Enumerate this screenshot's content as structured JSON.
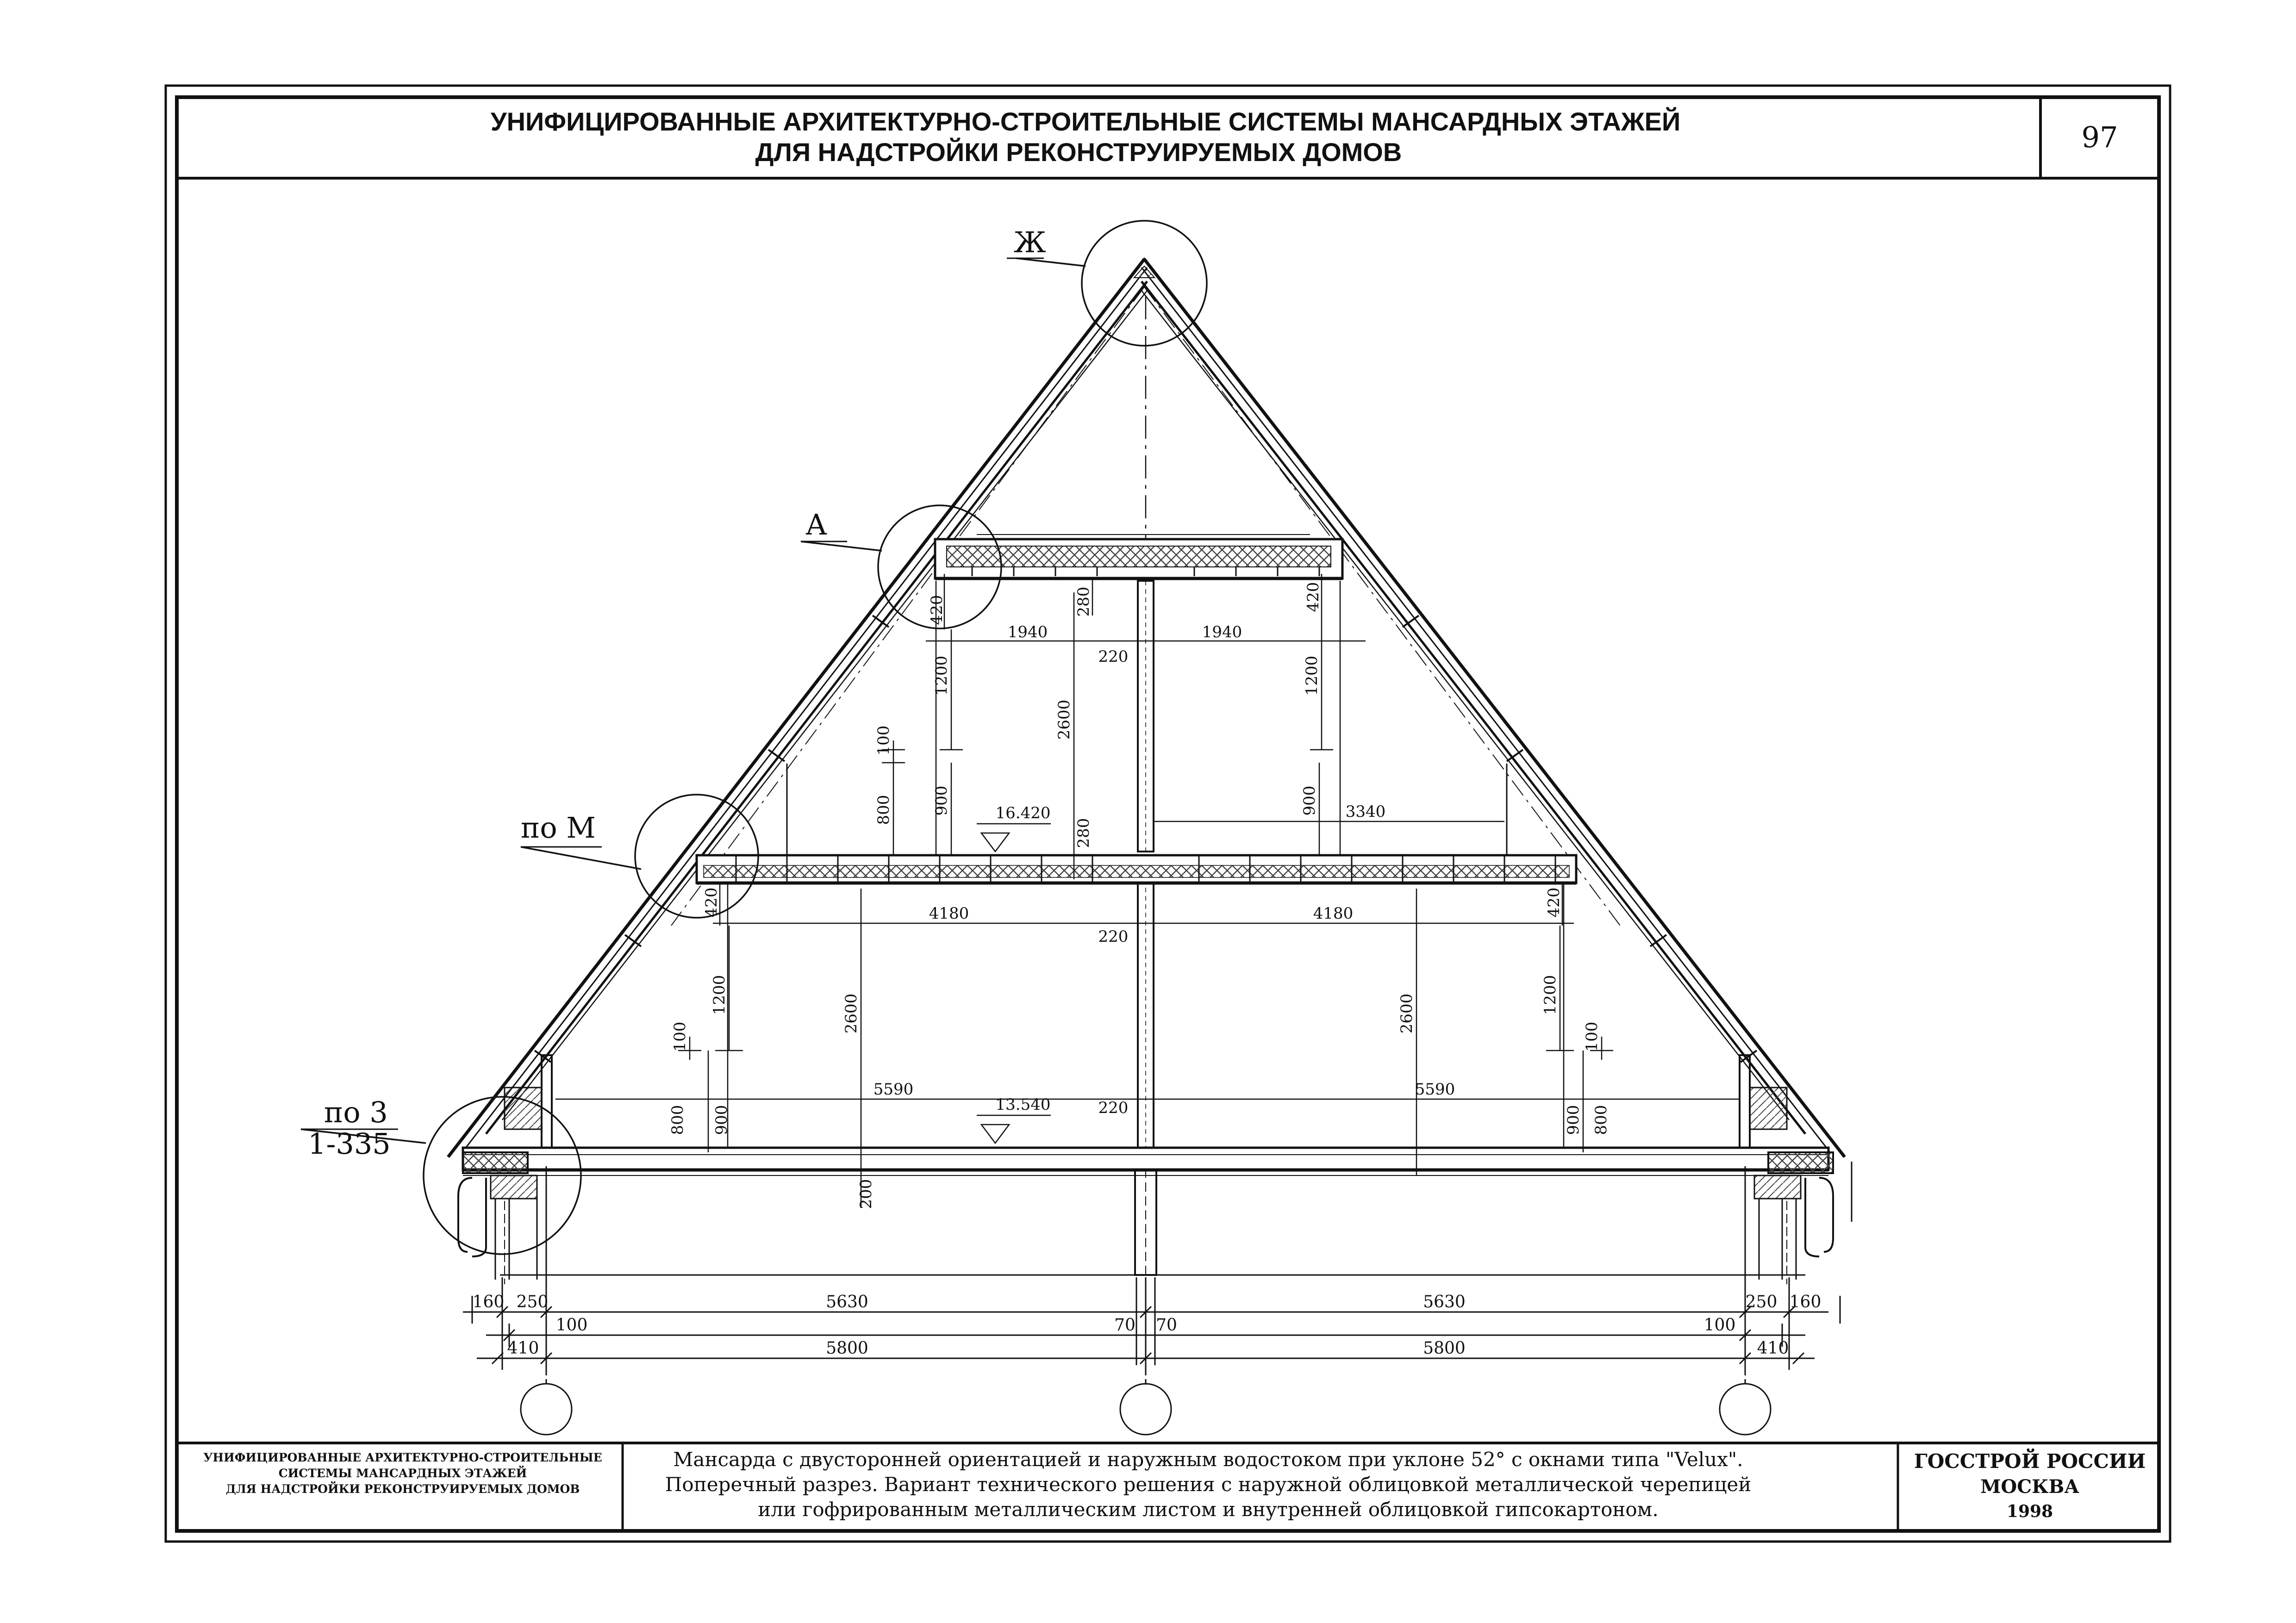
{
  "header": {
    "title_line1": "УНИФИЦИРОВАННЫЕ АРХИТЕКТУРНО-СТРОИТЕЛЬНЫЕ СИСТЕМЫ МАНСАРДНЫХ ЭТАЖЕЙ",
    "title_line2": "ДЛЯ НАДСТРОЙКИ РЕКОНСТРУИРУЕМЫХ ДОМОВ",
    "page_number": "97"
  },
  "callouts": {
    "zh": "Ж",
    "a": "А",
    "po_m": "по М",
    "po_3_top": "по 3",
    "po_3_bottom": "1-335"
  },
  "levels": {
    "upper": "16.420",
    "lower": "13.540"
  },
  "dims": {
    "d420": "420",
    "d280": "280",
    "d1940": "1940",
    "d220": "220",
    "d1200": "1200",
    "d2600": "2600",
    "d100": "100",
    "d800": "800",
    "d900": "900",
    "d3340": "3340",
    "d4180": "4180",
    "d5590": "5590",
    "d200": "200",
    "d160": "160",
    "d250": "250",
    "d5630": "5630",
    "d410": "410",
    "d5800": "5800",
    "d70": "70"
  },
  "footer": {
    "left_line1": "УНИФИЦИРОВАННЫЕ АРХИТЕКТУРНО-СТРОИТЕЛЬНЫЕ",
    "left_line2": "СИСТЕМЫ МАНСАРДНЫХ ЭТАЖЕЙ",
    "left_line3": "ДЛЯ НАДСТРОЙКИ РЕКОНСТРУИРУЕМЫХ ДОМОВ",
    "desc_line1": "Мансарда с двусторонней ориентацией и наружным водостоком при уклоне 52° с окнами типа \"Velux\".",
    "desc_line2": "Поперечный разрез. Вариант технического решения с наружной облицовкой металлической черепицей",
    "desc_line3": "или гофрированным металлическим листом и внутренней облицовкой гипсокартоном.",
    "org_line1": "ГОССТРОЙ РОССИИ",
    "org_line2": "МОСКВА",
    "year": "1998"
  },
  "colors": {
    "ink": "#111111",
    "paper": "#ffffff",
    "hatch": "#444444"
  }
}
